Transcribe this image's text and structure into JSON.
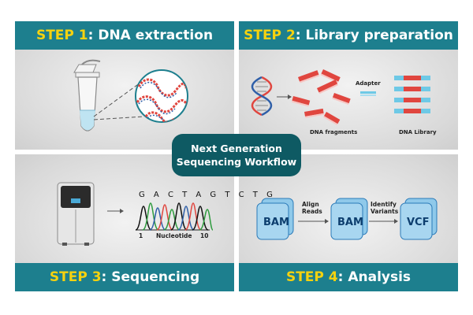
{
  "steps": [
    {
      "num": "STEP 1",
      "title": ": DNA extraction"
    },
    {
      "num": "STEP 2",
      "title": ": Library preparation"
    },
    {
      "num": "STEP 3",
      "title": ": Sequencing"
    },
    {
      "num": "STEP 4",
      "title": ": Analysis"
    }
  ],
  "center": {
    "line1": "Next Generation",
    "line2": "Sequencing Workflow"
  },
  "library": {
    "adapter": "Adapter",
    "fragments": "DNA fragments",
    "library": "DNA Library"
  },
  "sequencing": {
    "bases": "G A C T A G T C T G",
    "axis_start": "1",
    "axis_label": "Nucleotide",
    "axis_end": "10"
  },
  "analysis": {
    "file1": "BAM",
    "file2": "BAM",
    "file3": "VCF",
    "arrow1_line1": "Align",
    "arrow1_line2": "Reads",
    "arrow2_line1": "Identify",
    "arrow2_line2": "Variants"
  },
  "colors": {
    "bar": "#1d7f8e",
    "step_accent": "#f6d20f",
    "center_box": "#0e5a63",
    "file_fill": "#8fc9ea",
    "dna_red": "#e0463f",
    "dna_blue": "#2f5fa8"
  },
  "icons": [
    "test-tube-icon",
    "dna-coil-icon",
    "dna-helix-icon",
    "dna-fragment-icon",
    "sequencer-icon",
    "chromatogram-icon",
    "file-stack-icon",
    "arrow-icon"
  ]
}
